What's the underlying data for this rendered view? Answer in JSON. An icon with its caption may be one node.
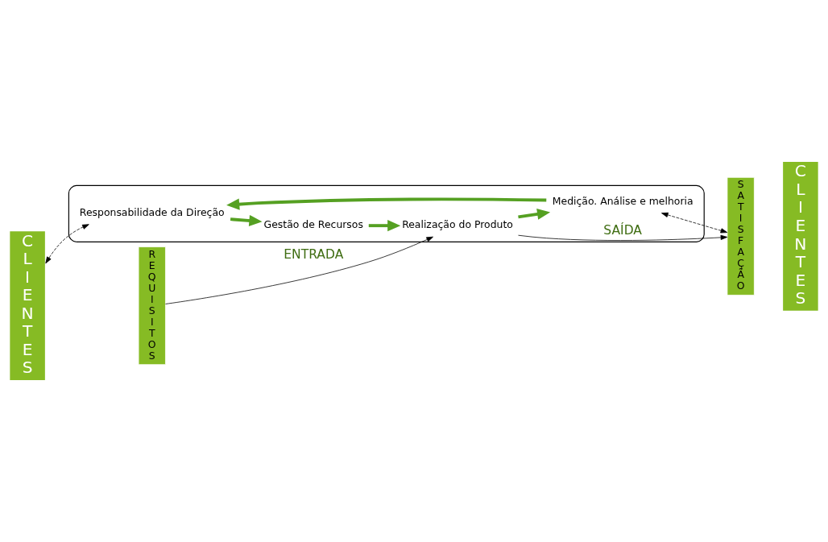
{
  "diagram": {
    "nodes": [
      {
        "text": [
          "CLIENTES"
        ]
      },
      {
        "text": [
          "REQUISITOS"
        ]
      },
      {
        "text": [],
        "shape": "ellipse"
      },
      {
        "text": [
          "Responsabilidade da Direção"
        ],
        "in": 2
      },
      {
        "text": [
          "Gestão de Recursos"
        ],
        "in": 2
      },
      {
        "text": [
          "Realização do Produto"
        ],
        "in": 2
      },
      {
        "text": [
          "Medição. Análise e melhoria"
        ],
        "in": 2
      },
      {
        "text": [
          "SATISFAÇÃO"
        ]
      },
      {
        "text": [
          "CLIENTES"
        ]
      }
    ],
    "edges": [
      {
        "from": 0,
        "to": 3,
        "arrow": "both",
        "style": "dashed",
        "color": "#000000"
      },
      {
        "from": 3,
        "to": 4,
        "arrow": "to",
        "style": "thick",
        "color": "#55a022"
      },
      {
        "from": 4,
        "to": 5,
        "arrow": "to",
        "style": "thick",
        "color": "#55a022"
      },
      {
        "from": 5,
        "to": 6,
        "arrow": "to",
        "style": "thick",
        "color": "#55a022"
      },
      {
        "from": 6,
        "to": 3,
        "arrow": "to",
        "style": "thick",
        "color": "#55a022"
      },
      {
        "from": 6,
        "to": 7,
        "arrow": "both",
        "style": "dashed",
        "color": "#000000"
      },
      {
        "from": 1,
        "to": 5,
        "arrow": "to",
        "label": "ENTRADA",
        "color": "#000000"
      },
      {
        "from": 5,
        "to": 7,
        "arrow": "to",
        "label": "SAÍDA",
        "color": "#000000"
      }
    ]
  }
}
